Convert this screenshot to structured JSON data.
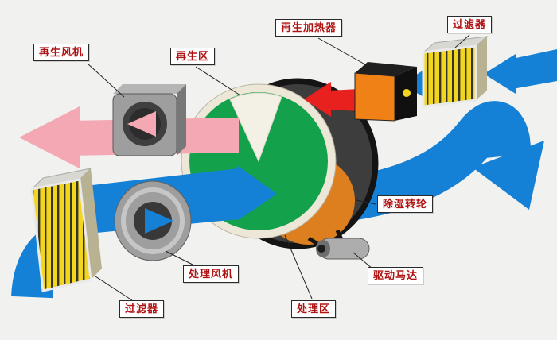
{
  "diagram": {
    "labels": {
      "regen_fan": "再生风机",
      "regen_zone": "再生区",
      "regen_heater": "再生加热器",
      "filter_top": "过滤器",
      "wheel": "除湿转轮",
      "drive_motor": "驱动马达",
      "process_zone": "处理区",
      "process_fan": "处理风机",
      "filter_bottom": "过滤器"
    },
    "colors": {
      "background": "#f1f1ef",
      "process_air_blue": "#1581d6",
      "regen_exhaust_pink": "#f3a8b4",
      "hot_air_red": "#e8201e",
      "wheel_green": "#14a14b",
      "wheel_side_gray": "#3d3d3d",
      "wheel_section_orange": "#dd7f1e",
      "heater_orange": "#ef8117",
      "filter_yellow": "#f2d51e",
      "label_text_red": "#b01313"
    }
  }
}
